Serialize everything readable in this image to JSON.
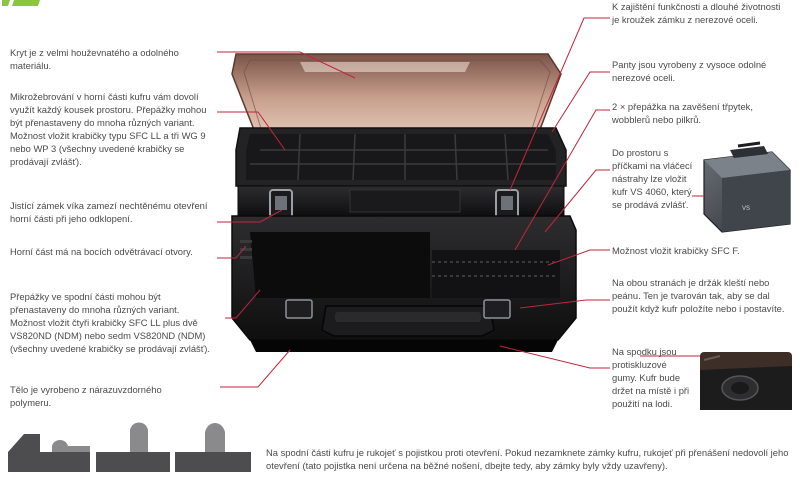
{
  "brand_color": "#8cc63f",
  "accent_color": "#c0263a",
  "left_labels": [
    "Kryt je z velmi houževnatého a odolného materiálu.",
    "Mikrožebrování v horní části kufru vám dovolí využít každý kousek prostoru. Přepážky mohou být přenastaveny do mnoha různých variant. Možnost vložit krabičky typu SFC LL a tři WG 9 nebo WP 3 (všechny uvedené krabičky se prodávají zvlášť).",
    "Jistící zámek víka zamezí nechtěnému otevření horní části při jeho odklopení.",
    "Horní část má na bocích odvětrávací otvory.",
    "Přepážky ve spodní části mohou být přenastaveny do mnoha různých variant. Možnost vložit čtyři krabičky SFC LL plus dvě VS820ND (NDM) nebo sedm VS820ND (NDM) (všechny uvedené krabičky se prodávají zvlášť).",
    "Tělo je vyrobeno z nárazuvzdorného polymeru."
  ],
  "right_labels": [
    "K zajištění funkčnosti a dlouhé životnosti je kroužek zámku z nerezové oceli.",
    "Panty jsou vyrobeny z vysoce odolné nerezové oceli.",
    "2 × přepážka na zavěšení třpytek, wobblerů nebo pilkrů.",
    "Do prostoru s příčkami na vláčecí nástrahy lze vložit kufr VS 4060, který se prodává zvlášť.",
    "Možnost vložit krabičky SFC F.",
    "Na obou stranách je držák kleští nebo peánu. Ten je tvarován tak, aby se dal použít když kufr položíte nebo i postavíte.",
    "Na spodku jsou protiskluzové gumy. Kufr bude držet na místě i při použití na lodi."
  ],
  "bottom_label": "Na spodní části kufru je rukojeť s pojistkou proti otevření. Pokud nezamknete zámky kufru, rukojeť při přenášení nedovolí jeho otevření (tato pojistka není určena na běžné nošení, dbejte tedy, aby zámky byly vždy uzavřeny)."
}
